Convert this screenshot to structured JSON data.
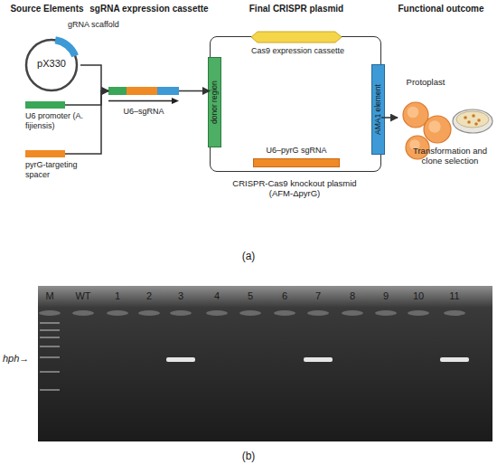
{
  "diagram": {
    "nodes": [
      {
        "text": [
          "pX330",
          "gRNA scaffold"
        ]
      },
      {
        "text": [
          "U6 promoter (A. fijiensis)"
        ]
      },
      {
        "text": [
          "pyrG-targeting spacer"
        ]
      },
      {
        "text": [
          "U6–sgRNA"
        ]
      },
      {
        "text": [
          "CRISPR-Cas9 knockout plasmid (AFM-ΔpyrG)"
        ]
      },
      {
        "text": [
          "donor region"
        ],
        "in": 4
      },
      {
        "text": [
          "Cas9 expression cassette"
        ],
        "in": 4
      },
      {
        "text": [
          "U6–pyrG sgRNA"
        ],
        "in": 4
      },
      {
        "text": [
          "AMA1 element"
        ],
        "in": 4
      },
      {
        "text": [
          "Protoplast"
        ]
      },
      {
        "text": [
          "Transformation and clone selection"
        ]
      }
    ],
    "edges": [
      {
        "from": 0,
        "to": 3,
        "arrow": "to"
      },
      {
        "from": 1,
        "to": 3,
        "arrow": "to"
      },
      {
        "from": 2,
        "to": 3,
        "arrow": "to"
      },
      {
        "from": 3,
        "to": 4,
        "arrow": "to"
      },
      {
        "from": 4,
        "to": 9,
        "arrow": "to"
      }
    ],
    "labels": [
      "Source Elements",
      "sgRNA expression cassette",
      "Final CRISPR plasmid",
      "Functional outcome",
      "(a)",
      "M",
      "WT",
      "1",
      "2",
      "3",
      "4",
      "5",
      "6",
      "7",
      "8",
      "9",
      "10",
      "11",
      "hph→",
      "(b)"
    ]
  }
}
